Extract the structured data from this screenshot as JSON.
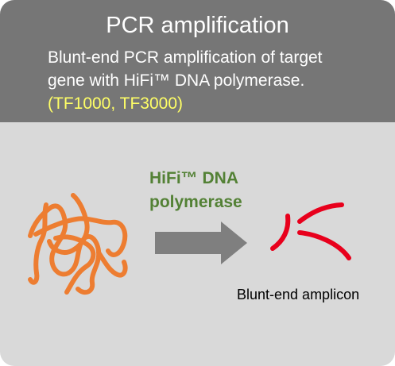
{
  "header": {
    "title": "PCR amplification",
    "description_line1": "Blunt-end PCR amplification of target",
    "description_line2": "gene with HiFi™ DNA polymerase.",
    "product_codes": "(TF1000, TF3000)"
  },
  "diagram": {
    "enzyme_label_line1": "HiFi™ DNA",
    "enzyme_label_line2": "polymerase",
    "product_label": "Blunt-end amplicon"
  },
  "colors": {
    "header_bg": "#767676",
    "panel_bg": "#d9d9d9",
    "codes_text": "#ffff66",
    "enzyme_text": "#538135",
    "template_dna": "#ed7d31",
    "arrow": "#7f7f7f",
    "amplicon": "#e8001c"
  }
}
